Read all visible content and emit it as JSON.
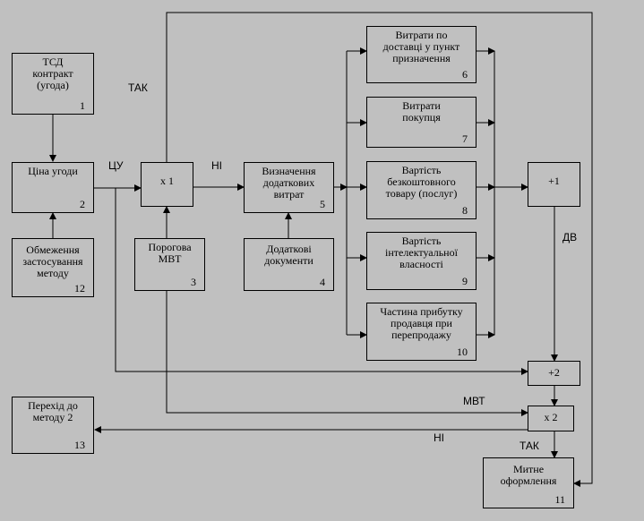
{
  "blocks": {
    "b1": {
      "label": "ТСД\nконтракт\n(угода)",
      "num": "1"
    },
    "b2": {
      "label": "Ціна угоди",
      "num": "2"
    },
    "b3": {
      "label": "Порогова\nМВТ",
      "num": "3"
    },
    "b4": {
      "label": "Додаткові\nдокументи",
      "num": "4"
    },
    "b5": {
      "label": "Визначення\nдодаткових\nвитрат",
      "num": "5"
    },
    "b6": {
      "label": "Витрати по\nдоставці у пункт\nпризначення",
      "num": "6"
    },
    "b7": {
      "label": "Витрати\nпокупця",
      "num": "7"
    },
    "b8": {
      "label": "Вартість\nбезкоштовного\nтовару (послуг)",
      "num": "8"
    },
    "b9": {
      "label": "Вартість\nінтелектуальної\nвласності",
      "num": "9"
    },
    "b10": {
      "label": "Частина прибутку\nпродавця при\nперепродажу",
      "num": "10"
    },
    "b11": {
      "label": "Митне\nоформлення",
      "num": "11"
    },
    "b12": {
      "label": "Обмеження\nзастосування\nметоду",
      "num": "12"
    },
    "b13": {
      "label": "Перехід до\nметоду 2",
      "num": "13"
    }
  },
  "operators": {
    "x1": "x 1",
    "plus1": "+1",
    "plus2": "+2",
    "x2": "x 2"
  },
  "tags": {
    "tak_top": "ТАК",
    "tsu": "ЦУ",
    "ni_mid": "НІ",
    "dv": "ДВ",
    "mvt": "МВТ",
    "ni_bottom": "НІ",
    "tak_bottom": "ТАК"
  }
}
